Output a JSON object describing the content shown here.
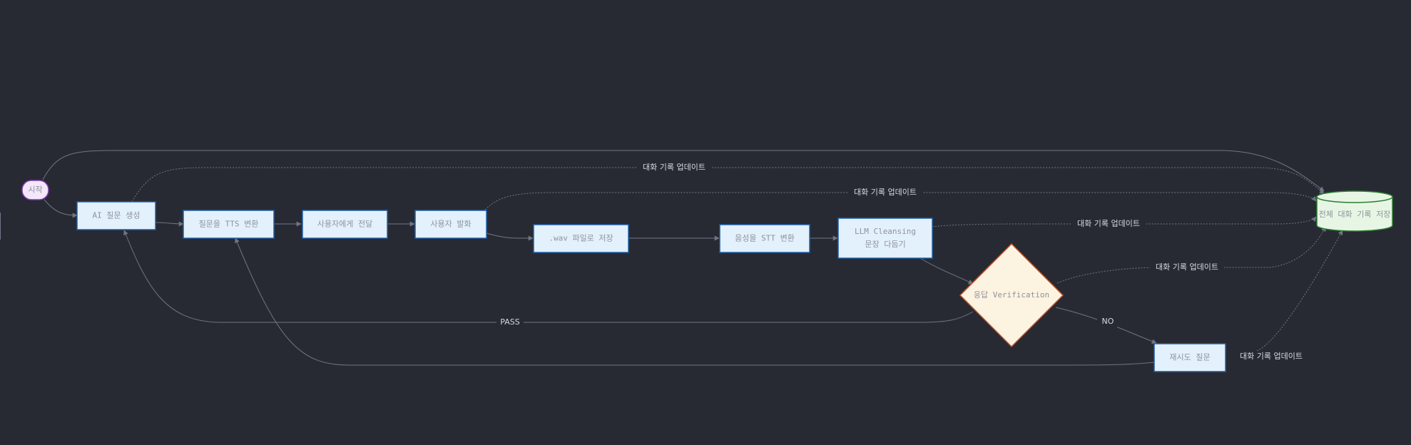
{
  "nodes": {
    "start": "시작",
    "ai_question": "AI 질문 생성",
    "tts": "질문을 TTS 변환",
    "deliver": "사용자에게 전달",
    "user_speech": "사용자 발화",
    "wav_save": ".wav 파일로 저장",
    "stt": "음성을 STT 변환",
    "llm_line1": "LLM Cleansing",
    "llm_line2": "문장 다듬기",
    "verify": "응답 Verification",
    "retry": "재시도 질문",
    "storage": "전체 대화 기록 저장"
  },
  "edge_labels": {
    "update_ai": "대화 기록 업데이트",
    "update_speech": "대화 기록 업데이트",
    "update_llm": "대화 기록 업데이트",
    "update_verify": "대화 기록 업데이트",
    "update_retry": "대화 기록 업데이트",
    "pass": "PASS",
    "no": "NO"
  },
  "colors": {
    "background": "#282a33",
    "process_fill": "#e3f1fd",
    "process_stroke": "#1f5fa8",
    "start_fill": "#f4e6fb",
    "start_stroke": "#7f3fb0",
    "decision_fill": "#fdf3e1",
    "decision_stroke": "#c4552a",
    "storage_fill": "#e7f6e4",
    "storage_stroke": "#2e7d32",
    "edge": "#6f7585"
  }
}
